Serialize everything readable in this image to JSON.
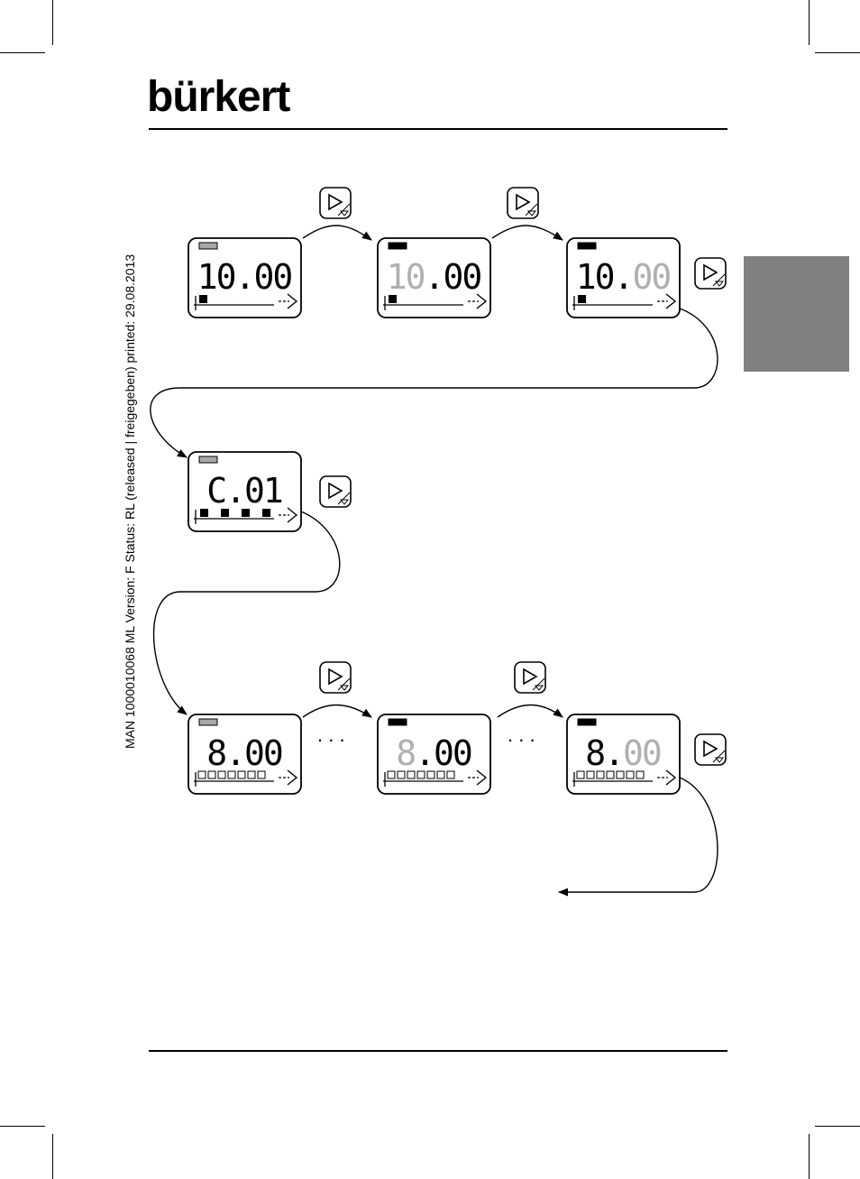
{
  "header": {
    "brand": "bürkert"
  },
  "status_line": "MAN  1000010068  ML  Version: F  Status: RL (released | freigegeben)  printed: 29.08.2013",
  "buttons": {
    "icon": "play-down-key-icon"
  },
  "displays": [
    {
      "id": "d1",
      "digits": "10.00",
      "indicator": "gray",
      "dim_from": null,
      "bar": "dot"
    },
    {
      "id": "d2",
      "digits": "10.00",
      "indicator": "black",
      "dim_part": "int",
      "bar": "dot"
    },
    {
      "id": "d3",
      "digits": "10.00",
      "indicator": "black",
      "dim_part": "dec",
      "bar": "dot"
    },
    {
      "id": "d4",
      "digits": "C.01",
      "indicator": "gray",
      "bar": "four-squares"
    },
    {
      "id": "d5",
      "digits": "8.00",
      "indicator": "gray",
      "bar": "seven-boxes"
    },
    {
      "id": "d6",
      "digits": "8.00",
      "indicator": "black",
      "dim_part": "int",
      "bar": "seven-boxes"
    },
    {
      "id": "d7",
      "digits": "8.00",
      "indicator": "black",
      "dim_part": "dec",
      "bar": "seven-boxes"
    }
  ],
  "ellipsis": ". . .",
  "colors": {
    "dim_digit": "#b0b0b0",
    "indicator_gray": "#a8a8a8",
    "side_tab": "#808080"
  }
}
